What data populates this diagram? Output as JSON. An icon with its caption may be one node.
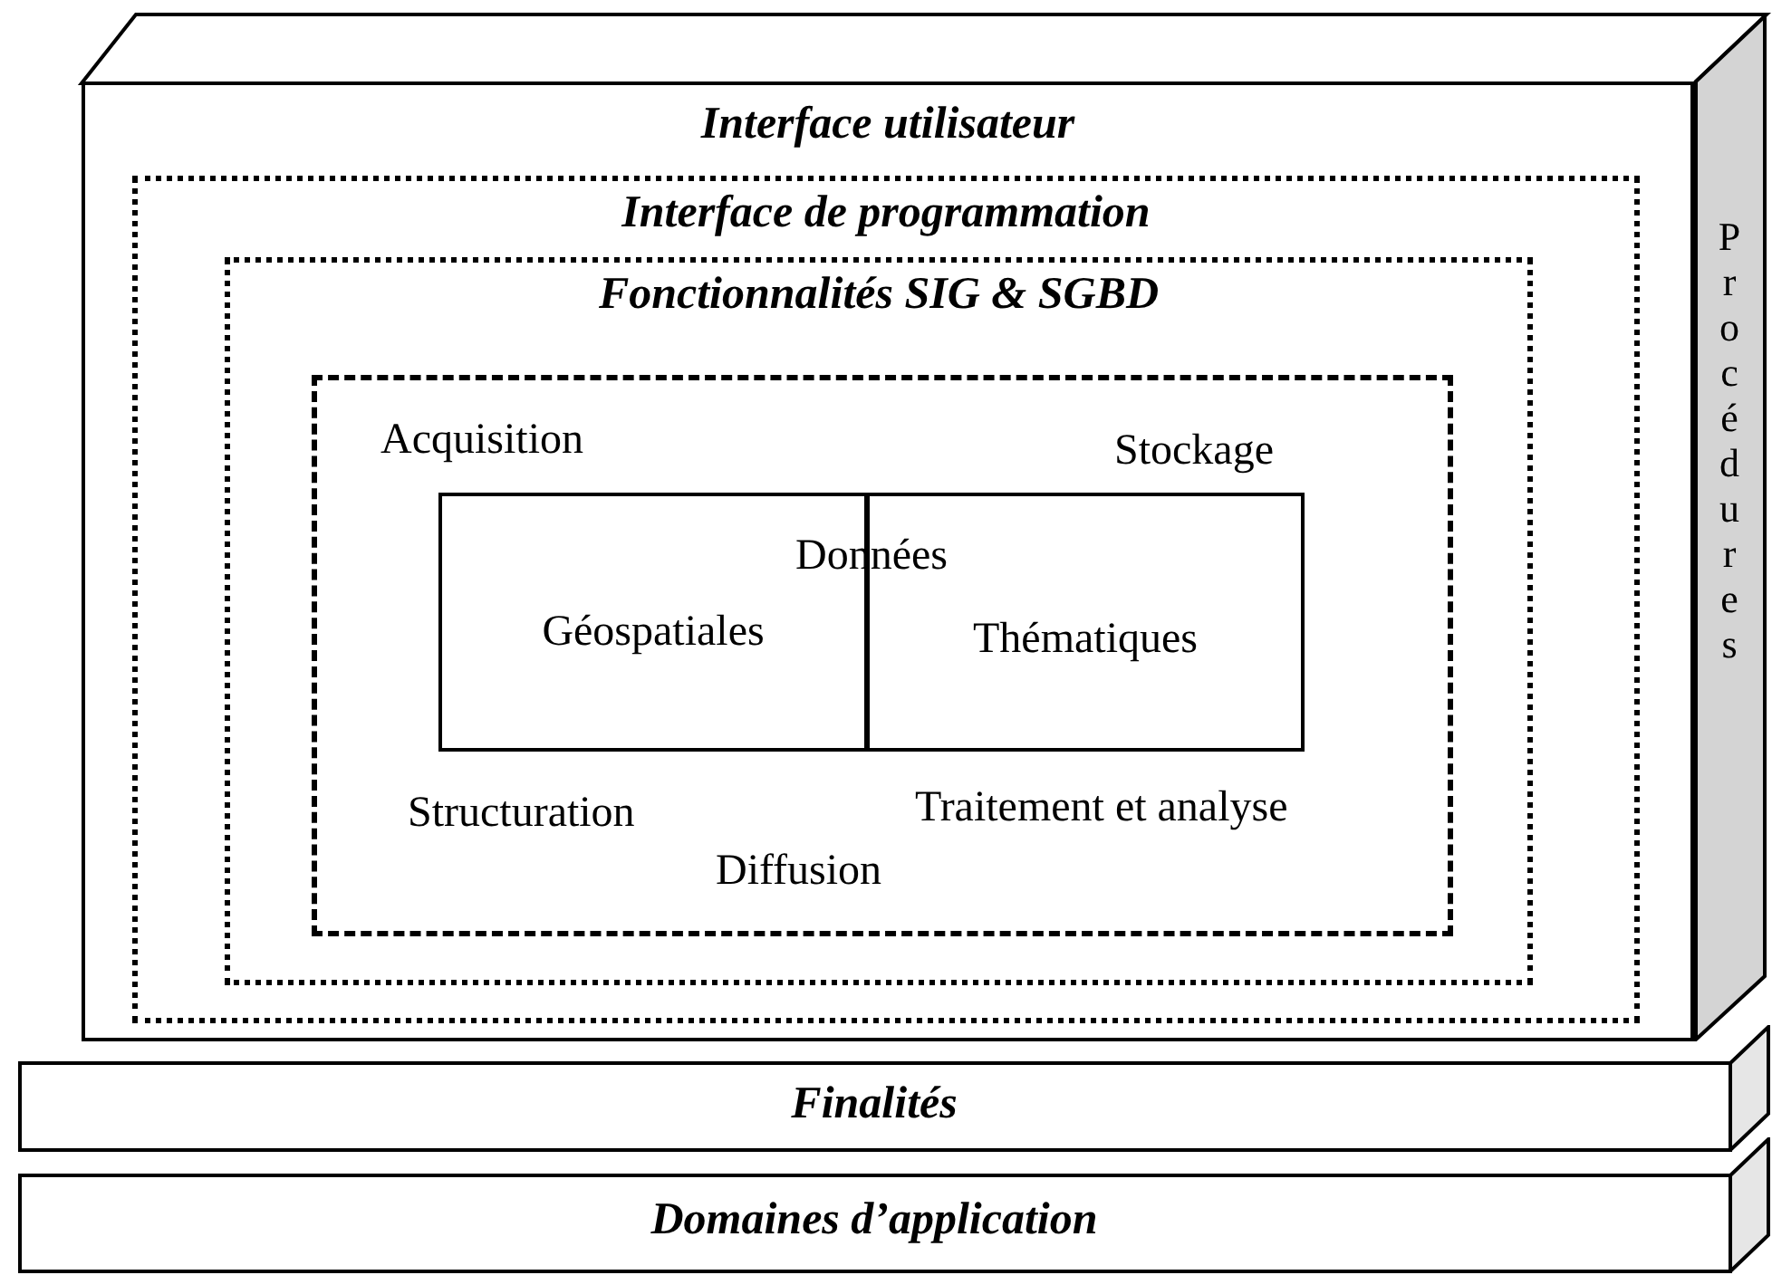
{
  "diagram": {
    "nodes": [
      {
        "text": [
          "Interface utilisateur"
        ]
      },
      {
        "text": [
          "Interface de programmation"
        ],
        "in": 0
      },
      {
        "text": [
          "Fonctionnalités SIG & SGBD"
        ],
        "in": 1
      },
      {
        "text": [],
        "shape": "box",
        "in": 2
      },
      {
        "text": [
          "Données"
        ],
        "in": 3
      },
      {
        "text": [
          "Géospatiales"
        ],
        "in": 4
      },
      {
        "text": [
          "Thématiques"
        ],
        "in": 4
      },
      {
        "text": [
          "Procédures"
        ]
      },
      {
        "text": [
          "Finalités"
        ]
      },
      {
        "text": [
          "Domaines d’application"
        ]
      }
    ],
    "labels": [
      "Acquisition",
      "Stockage",
      "Structuration",
      "Traitement et analyse",
      "Diffusion"
    ]
  }
}
